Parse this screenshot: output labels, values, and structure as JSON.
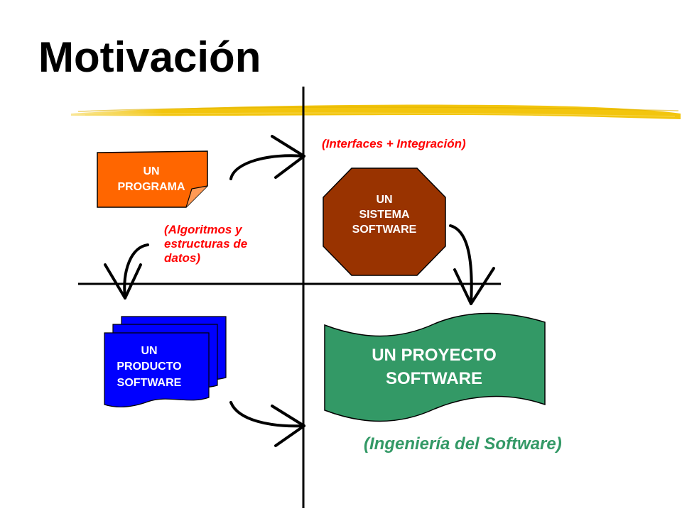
{
  "slide": {
    "title": "Motivación"
  },
  "nodes": {
    "programa": {
      "line1": "UN",
      "line2": "PROGRAMA",
      "fill": "#FF6600"
    },
    "sistema": {
      "line1": "UN",
      "line2": "SISTEMA",
      "line3": "SOFTWARE",
      "fill": "#993300"
    },
    "producto": {
      "line1": "UN",
      "line2": "PRODUCTO",
      "line3": "SOFTWARE",
      "fill": "#0000FF"
    },
    "proyecto": {
      "line1": "UN PROYECTO",
      "line2": "SOFTWARE",
      "fill": "#339966"
    }
  },
  "annotations": {
    "interfaces": "(Interfaces + Integración)",
    "algoritmos": {
      "line1": "(Algoritmos y",
      "line2": "estructuras de",
      "line3": "datos)"
    },
    "ingenieria": "(Ingeniería del Software)"
  },
  "colors": {
    "highlight_stroke": "#F2C200",
    "annotation_red": "#FF0000",
    "annotation_green": "#339966",
    "axis": "#000000"
  }
}
